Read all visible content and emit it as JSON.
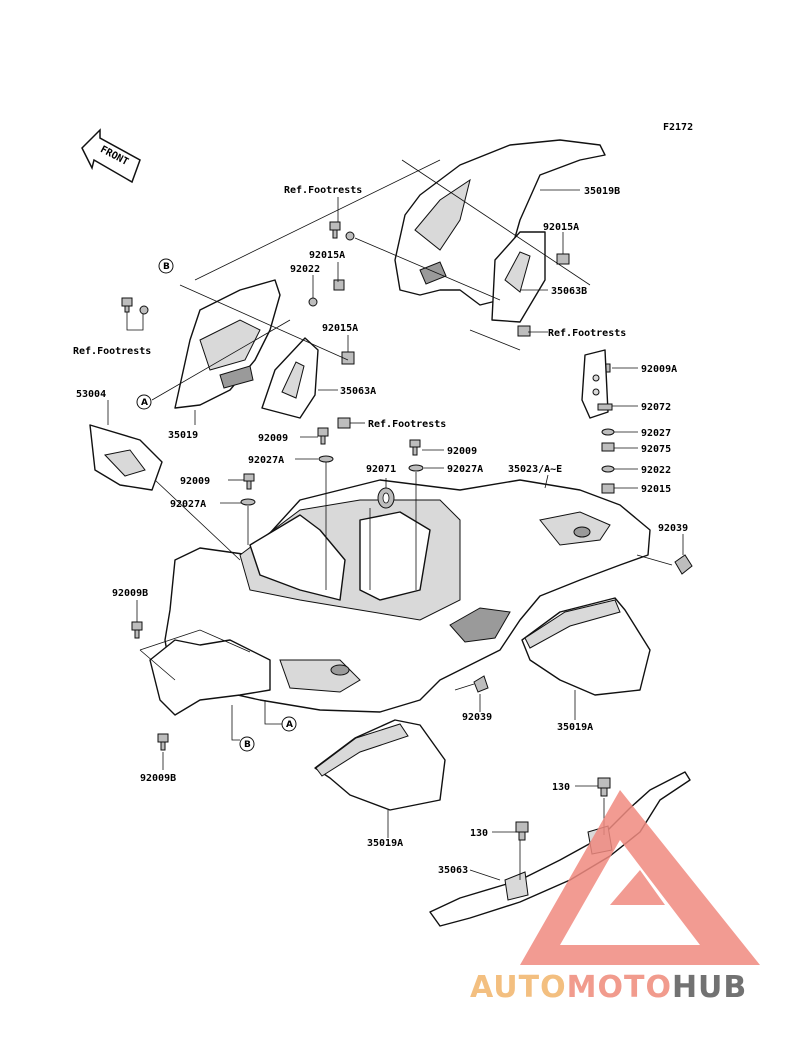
{
  "figure_code": "F2172",
  "front_marker": "FRONT",
  "callout_a": "A",
  "callout_b": "B",
  "labels": {
    "p35019B": "35019B",
    "p92015A_1": "92015A",
    "p35063B": "35063B",
    "ref_footrests_1": "Ref.Footrests",
    "ref_footrests_2": "Ref.Footrests",
    "ref_footrests_3": "Ref.Footrests",
    "ref_footrests_4": "Ref.Footrests",
    "p92015A_2": "92015A",
    "p92022_1": "92022",
    "p92015A_3": "92015A",
    "p35063A": "35063A",
    "p53004": "53004",
    "p35019": "35019",
    "p92009_1": "92009",
    "p92009A": "92009A",
    "p92072": "92072",
    "p92027": "92027",
    "p92075": "92075",
    "p92022_2": "92022",
    "p92015": "92015",
    "p92009_2": "92009",
    "p92027A_1": "92027A",
    "p92071": "92071",
    "p92027A_2": "92027A",
    "p35023": "35023/A~E",
    "p92009_3": "92009",
    "p92027A_3": "92027A",
    "p92039_1": "92039",
    "p92009B_1": "92009B",
    "p92039_2": "92039",
    "p35019A_1": "35019A",
    "p92009B_2": "92009B",
    "p35019A_2": "35019A",
    "p130_1": "130",
    "p130_2": "130",
    "p35063": "35063"
  },
  "watermark": {
    "part1": "AUTO",
    "part2": "MOTO",
    "part3": "HUB",
    "color1": "#f2b56b",
    "color2": "#ef8a7a",
    "color3": "#5a5a5a",
    "triangle_color": "#f08a80"
  }
}
